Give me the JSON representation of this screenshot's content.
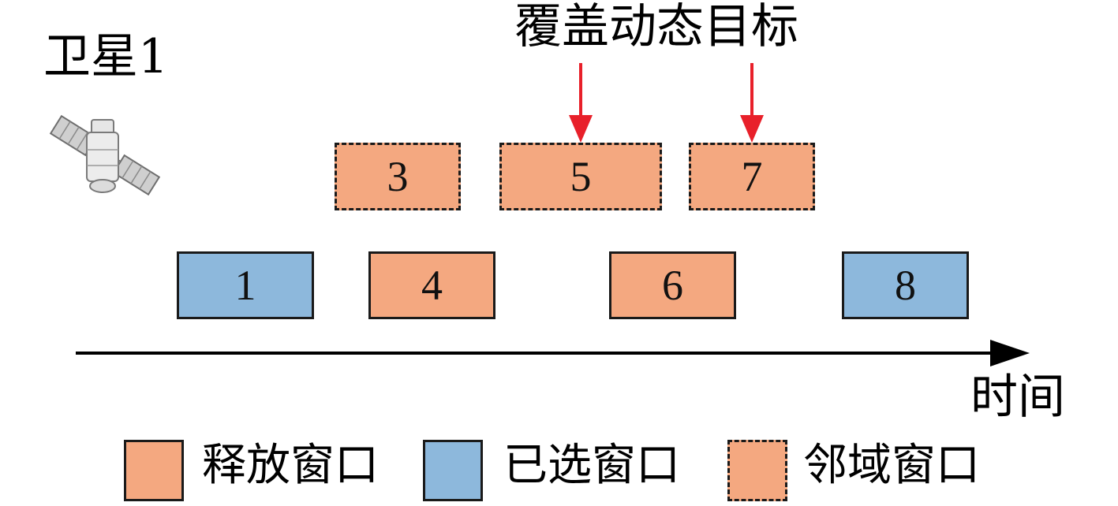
{
  "satellite": {
    "label": "卫星1",
    "icon": "satellite-icon"
  },
  "annotation": {
    "label": "覆盖动态目标",
    "targets": [
      "5",
      "7"
    ]
  },
  "axis": {
    "label": "时间",
    "icon": "arrow-right-icon"
  },
  "windows": {
    "w1": {
      "label": "1",
      "type": "selected"
    },
    "w3": {
      "label": "3",
      "type": "neighborhood"
    },
    "w4": {
      "label": "4",
      "type": "released"
    },
    "w5": {
      "label": "5",
      "type": "neighborhood"
    },
    "w6": {
      "label": "6",
      "type": "released"
    },
    "w7": {
      "label": "7",
      "type": "neighborhood"
    },
    "w8": {
      "label": "8",
      "type": "selected"
    }
  },
  "legend": {
    "released": {
      "label": "释放窗口"
    },
    "selected": {
      "label": "已选窗口"
    },
    "neighborhood": {
      "label": "邻域窗口"
    }
  },
  "colors": {
    "released_fill": "#F4A880",
    "selected_fill": "#8DB8DC",
    "arrow_red": "#E8202A",
    "outline": "#1a1a1a"
  }
}
